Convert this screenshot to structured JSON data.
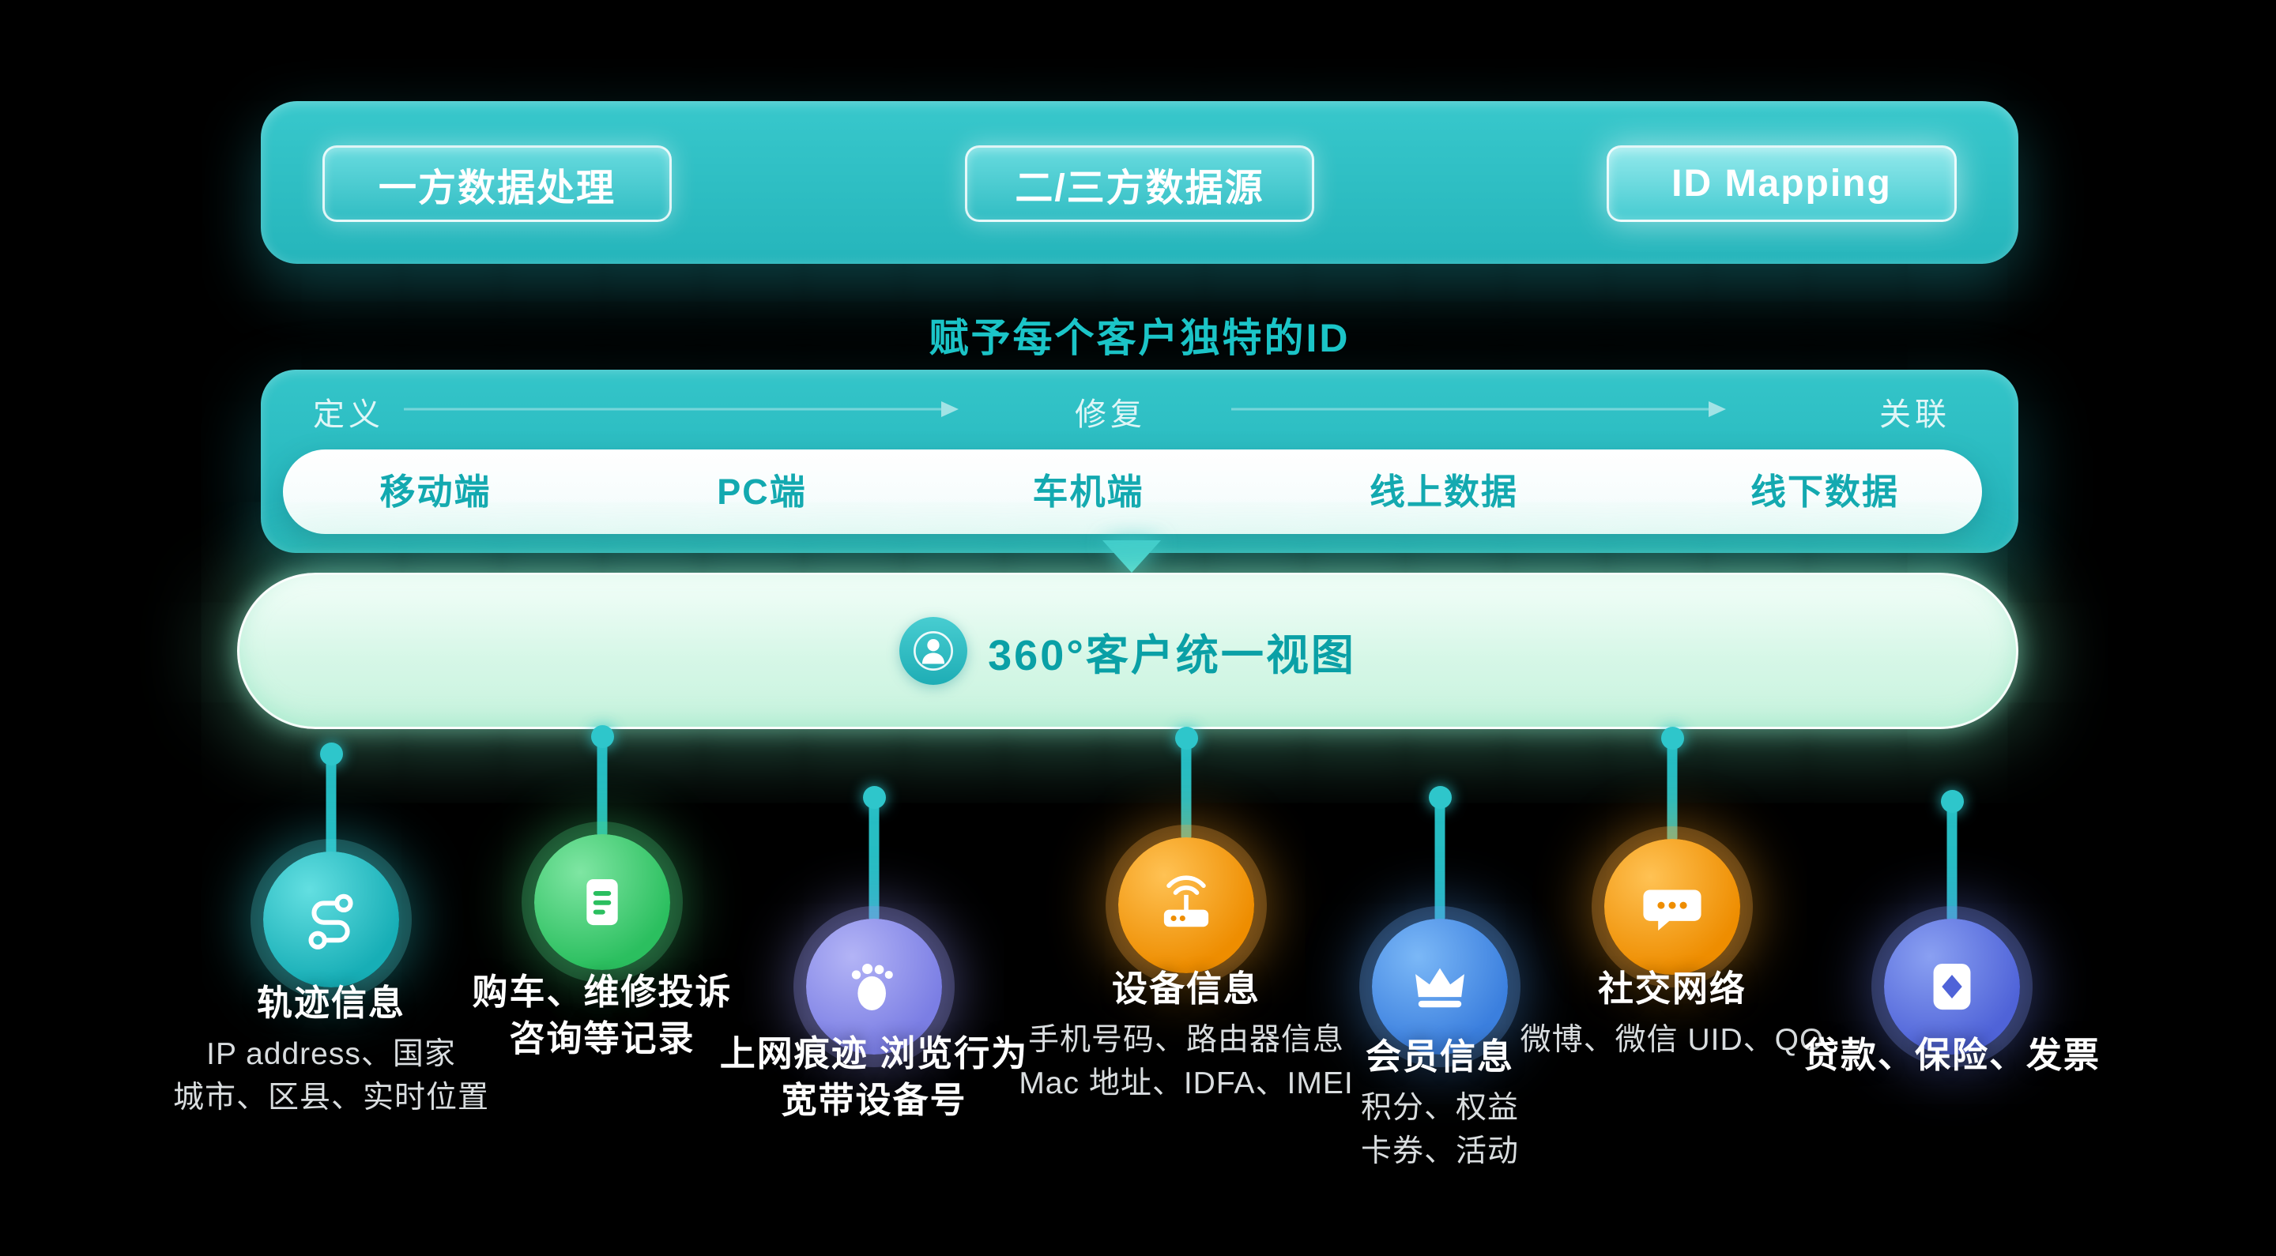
{
  "palette": {
    "teal": "#2BC0C5",
    "mint_bar": "#D6F7E7",
    "headline_teal": "#1CC5C8",
    "channel_text": "#13A9B0",
    "background": "#000000"
  },
  "top_bar": {
    "buttons": [
      {
        "label": "一方数据处理"
      },
      {
        "label": "二/三方数据源"
      },
      {
        "label": "ID Mapping"
      }
    ]
  },
  "headline": "赋予每个客户独特的ID",
  "id_pipeline": {
    "stages": [
      {
        "label": "定义"
      },
      {
        "label": "修复"
      },
      {
        "label": "关联"
      }
    ],
    "channels": [
      {
        "label": "移动端"
      },
      {
        "label": "PC端"
      },
      {
        "label": "车机端"
      },
      {
        "label": "线上数据"
      },
      {
        "label": "线下数据"
      }
    ]
  },
  "unified_view": {
    "icon": "person-icon",
    "label": "360°客户统一视图"
  },
  "sources": [
    {
      "icon": "route-icon",
      "title_lines": [
        "轨迹信息"
      ],
      "detail_lines": [
        "IP address、国家",
        "城市、区县、实时位置"
      ],
      "color": {
        "light": "#63DFE1",
        "base": "#17AEB6",
        "ring": "rgba(80,210,214,0.25)",
        "glow": "rgba(40,195,201,0.45)"
      }
    },
    {
      "icon": "document-icon",
      "title_lines": [
        "购车、维修投诉",
        "咨询等记录"
      ],
      "detail_lines": [],
      "color": {
        "light": "#7FE6A3",
        "base": "#2BBF5F",
        "ring": "rgba(80,215,130,0.25)",
        "glow": "rgba(62,203,112,0.45)"
      }
    },
    {
      "icon": "footprint-icon",
      "title_lines": [
        "上网痕迹 浏览行为",
        "宽带设备号"
      ],
      "detail_lines": [],
      "color": {
        "light": "#B3B4F6",
        "base": "#7B7EE4",
        "ring": "rgba(150,152,238,0.28)",
        "glow": "rgba(139,142,235,0.45)"
      }
    },
    {
      "icon": "router-icon",
      "title_lines": [
        "设备信息"
      ],
      "detail_lines": [
        "手机号码、路由器信息",
        "Mac 地址、IDFA、IMEI"
      ],
      "color": {
        "light": "#FFC254",
        "base": "#EE8D00",
        "ring": "rgba(250,170,60,0.28)",
        "glow": "rgba(245,157,29,0.45)"
      }
    },
    {
      "icon": "crown-icon",
      "title_lines": [
        "会员信息"
      ],
      "detail_lines": [
        "积分、权益",
        "卡券、活动"
      ],
      "color": {
        "light": "#7BB8F7",
        "base": "#3B7FDE",
        "ring": "rgba(100,160,240,0.28)",
        "glow": "rgba(74,144,226,0.45)"
      }
    },
    {
      "icon": "chat-icon",
      "title_lines": [
        "社交网络"
      ],
      "detail_lines": [
        "微博、微信 UID、QQ"
      ],
      "color": {
        "light": "#FFC254",
        "base": "#EE8D00",
        "ring": "rgba(250,170,60,0.28)",
        "glow": "rgba(245,157,29,0.45)"
      }
    },
    {
      "icon": "invoice-icon",
      "title_lines": [
        "贷款、保险、发票"
      ],
      "detail_lines": [],
      "color": {
        "light": "#8AA0F2",
        "base": "#4F63D8",
        "ring": "rgba(120,140,235,0.28)",
        "glow": "rgba(99,123,229,0.45)"
      }
    }
  ]
}
